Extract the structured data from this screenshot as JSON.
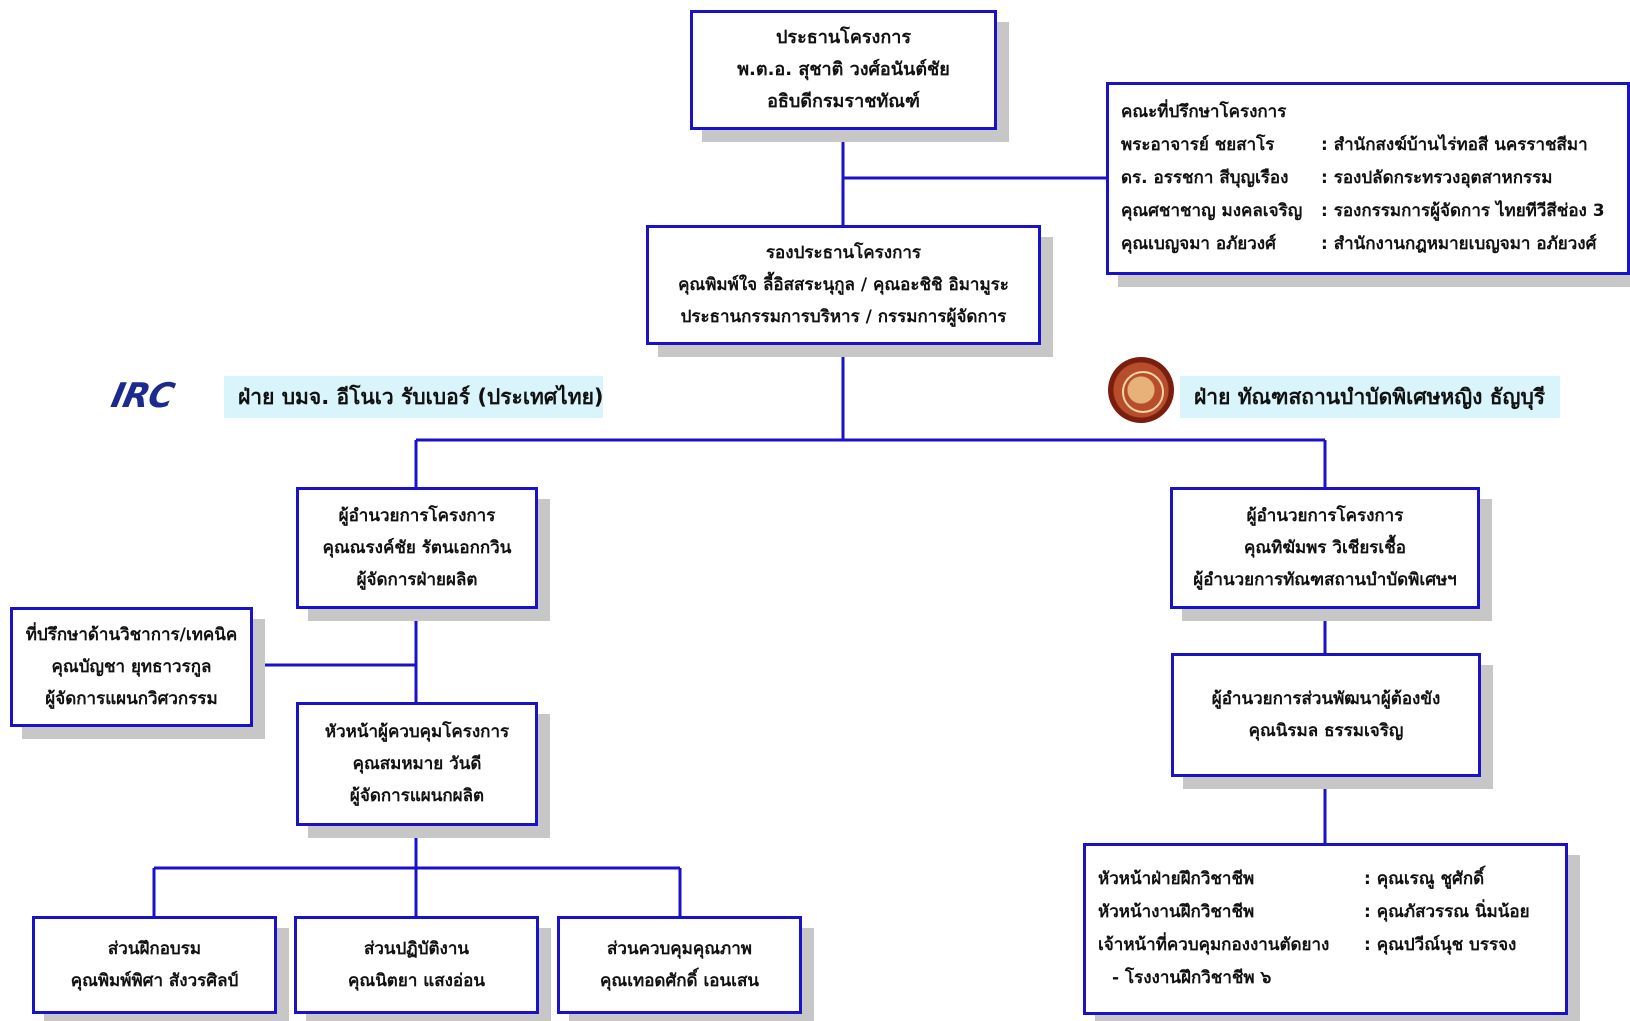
{
  "chairman": {
    "title": "ประธานโครงการ",
    "name": "พ.ต.อ. สุชาติ  วงศ์อนันต์ชัย",
    "position": "อธิบดีกรมราชทัณฑ์"
  },
  "advisory": {
    "title": "คณะที่ปรึกษาโครงการ",
    "members": [
      {
        "name": "พระอาจารย์ ชยสาโร",
        "role": ": สำนักสงฆ์บ้านไร่ทอสี นครราชสีมา"
      },
      {
        "name": "ดร. อรรชกา สีบุญเรือง",
        "role": ": รองปลัดกระทรวงอุตสาหกรรม"
      },
      {
        "name": "คุณศชาชาญ มงคลเจริญ",
        "role": ": รองกรรมการผู้จัดการ ไทยทีวีสีช่อง 3"
      },
      {
        "name": "คุณเบญจมา อภัยวงศ์",
        "role": ": สำนักงานกฎหมายเบญจมา อภัยวงศ์"
      }
    ]
  },
  "vice_chair": {
    "title": "รองประธานโครงการ",
    "names": "คุณพิมพ์ใจ ลี้อิสสระนุกูล / คุณอะชิชิ  อิมามูระ",
    "positions": "ประธานกรรมการบริหาร / กรรมการผู้จัดการ"
  },
  "left_division": {
    "logo_text": "IRC",
    "label": "ฝ่าย บมจ. อีโนเว รับเบอร์ (ประเทศไทย)"
  },
  "right_division": {
    "logo_name": "department-of-corrections-seal",
    "label": "ฝ่าย ทัณฑสถานบำบัดพิเศษหญิง ธัญบุรี"
  },
  "left_director": {
    "title": "ผู้อำนวยการโครงการ",
    "name": "คุณณรงค์ชัย  รัตนเอกกวิน",
    "position": "ผู้จัดการฝ่ายผลิต"
  },
  "tech_advisor": {
    "title": "ที่ปรึกษาด้านวิชาการ/เทคนิค",
    "name": "คุณบัญชา  ยุทธาวรกูล",
    "position": "ผู้จัดการแผนกวิศวกรรม"
  },
  "supervisor": {
    "title": "หัวหน้าผู้ควบคุมโครงการ",
    "name": "คุณสมหมาย  วันดี",
    "position": "ผู้จัดการแผนกผลิต"
  },
  "units": [
    {
      "title": "ส่วนฝึกอบรม",
      "name": "คุณพิมพ์พิศา  สังวรศิลป์"
    },
    {
      "title": "ส่วนปฏิบัติงาน",
      "name": "คุณนิตยา  แสงอ่อน"
    },
    {
      "title": "ส่วนควบคุมคุณภาพ",
      "name": "คุณเทอดศักดิ์  เอนเสน"
    }
  ],
  "right_director": {
    "title": "ผู้อำนวยการโครงการ",
    "name": "คุณทิฆัมพร  วิเชียรเชื้อ",
    "position": "ผู้อำนวยการทัณฑสถานบำบัดพิเศษฯ"
  },
  "dev_director": {
    "title": "ผู้อำนวยการส่วนพัฒนาผู้ต้องขัง",
    "name": "คุณนิรมล  ธรรมเจริญ"
  },
  "vocational": {
    "rows": [
      {
        "label": "หัวหน้าฝ่ายฝึกวิชาชีพ",
        "value": ": คุณเรณู  ชูศักดิ์"
      },
      {
        "label": "หัวหน้างานฝึกวิชาชีพ",
        "value": ": คุณภัสวรรณ  นิ่มน้อย"
      },
      {
        "label": "เจ้าหน้าที่ควบคุมกองงานตัดยาง",
        "value": ": คุณปวีณ์นุช  บรรจง"
      }
    ],
    "sub": "- โรงงานฝึกวิชาชีพ ๖"
  },
  "colors": {
    "border": "#1a12c8",
    "shadow": "#c7c7c7",
    "band": "#d9f4fa",
    "irc": "#1b2a8c"
  }
}
